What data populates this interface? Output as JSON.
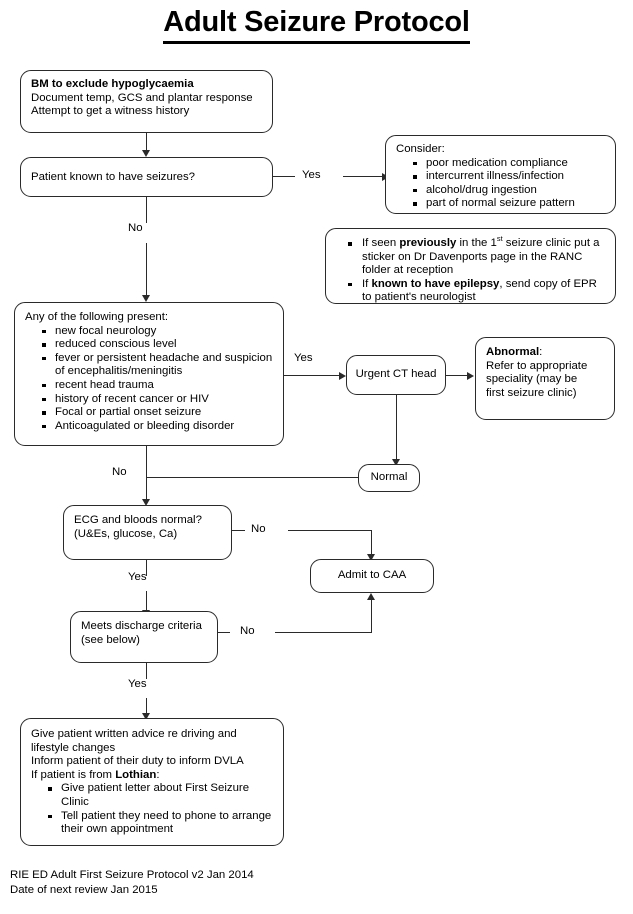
{
  "document": {
    "title": "Adult Seizure Protocol",
    "footer_lines": [
      "RIE ED Adult First Seizure Protocol v2 Jan 2014",
      "Date of next review Jan 2015"
    ]
  },
  "nodes": {
    "bm": {
      "heading": "BM to exclude hypoglycaemia",
      "line2": "Document temp, GCS and plantar response",
      "line3": "Attempt to get a witness history"
    },
    "known_seizures": {
      "label": "Patient known to have seizures?"
    },
    "consider": {
      "heading": "Consider:",
      "items": [
        "poor medication compliance",
        "intercurrent illness/infection",
        "alcohol/drug ingestion",
        "part of normal seizure pattern"
      ]
    },
    "clinic_note": {
      "item1_a": "If seen ",
      "item1_b": "previously",
      "item1_c": " in the 1",
      "item1_sup": "st",
      "item1_d": " seizure clinic put a sticker on Dr Davenports page in the RANC folder at reception",
      "item2_a": "If ",
      "item2_b": "known to have epilepsy",
      "item2_c": ", send copy of EPR to patient's neurologist"
    },
    "criteria": {
      "heading": "Any of the following present:",
      "items": [
        "new focal neurology",
        "reduced conscious level",
        "fever or persistent headache and suspicion of encephalitis/meningitis",
        "recent head trauma",
        "history of recent cancer or HIV",
        "Focal or partial onset seizure",
        "Anticoagulated or bleeding disorder"
      ]
    },
    "ct_head": {
      "label": "Urgent CT head"
    },
    "abnormal": {
      "heading": "Abnormal",
      "heading_colon": ":",
      "line2": "Refer to appropriate",
      "line3": "speciality (may be",
      "line4": "first seizure clinic)"
    },
    "normal": {
      "label": "Normal"
    },
    "ecg": {
      "line1": "ECG and bloods normal?",
      "line2": "(U&Es, glucose, Ca)"
    },
    "admit": {
      "label": "Admit to CAA"
    },
    "discharge": {
      "line1": "Meets discharge criteria",
      "line2": "(see below)"
    },
    "advice": {
      "line1": "Give patient written advice re driving and",
      "line2": "lifestyle changes",
      "line3": "Inform patient of their duty to inform DVLA",
      "line4_a": "If patient is from ",
      "line4_b": "Lothian",
      "line4_c": ":",
      "items": [
        "Give patient letter about First Seizure Clinic",
        "Tell patient they need to phone to arrange their own appointment"
      ]
    }
  },
  "edge_labels": {
    "known_yes": "Yes",
    "known_no": "No",
    "criteria_yes": "Yes",
    "criteria_no": "No",
    "ecg_no": "No",
    "ecg_yes": "Yes",
    "discharge_no": "No",
    "discharge_yes": "Yes"
  },
  "colors": {
    "ink": "#000000",
    "stroke": "#2a2a2a",
    "paper": "#ffffff"
  }
}
